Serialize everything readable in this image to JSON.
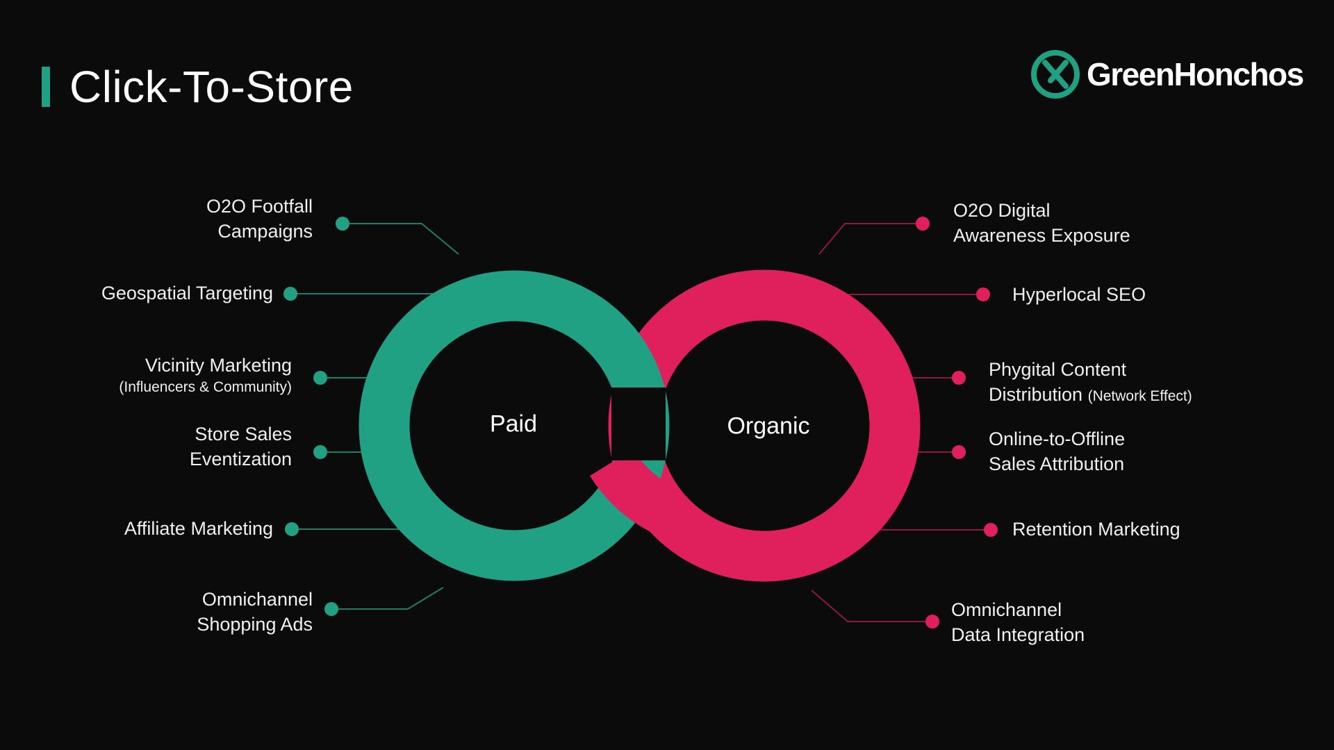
{
  "title": "Click-To-Store",
  "brand": {
    "name": "GreenHonchos",
    "logo_icon": "greenhonchos-logo-icon",
    "accent": "#21a184"
  },
  "diagram": {
    "shape": "infinity",
    "colors": {
      "paid": "#21a184",
      "organic": "#e0205c"
    },
    "paid_label": "Paid",
    "organic_label": "Organic",
    "paid_items": [
      {
        "lines": [
          "O2O Footfall",
          "Campaigns"
        ]
      },
      {
        "lines": [
          "Geospatial Targeting"
        ]
      },
      {
        "lines": [
          "Vicinity Marketing"
        ],
        "sub": "(Influencers & Community)"
      },
      {
        "lines": [
          "Store Sales",
          "Eventization"
        ]
      },
      {
        "lines": [
          "Affiliate Marketing"
        ]
      },
      {
        "lines": [
          "Omnichannel",
          "Shopping Ads"
        ]
      }
    ],
    "organic_items": [
      {
        "lines": [
          "O2O Digital",
          "Awareness Exposure"
        ]
      },
      {
        "lines": [
          "Hyperlocal SEO"
        ]
      },
      {
        "lines": [
          "Phygital Content",
          "Distribution"
        ],
        "suffix": "(Network Effect)"
      },
      {
        "lines": [
          "Online-to-Offline",
          "Sales Attribution"
        ]
      },
      {
        "lines": [
          "Retention Marketing"
        ]
      },
      {
        "lines": [
          "Omnichannel",
          "Data Integration"
        ]
      }
    ]
  }
}
